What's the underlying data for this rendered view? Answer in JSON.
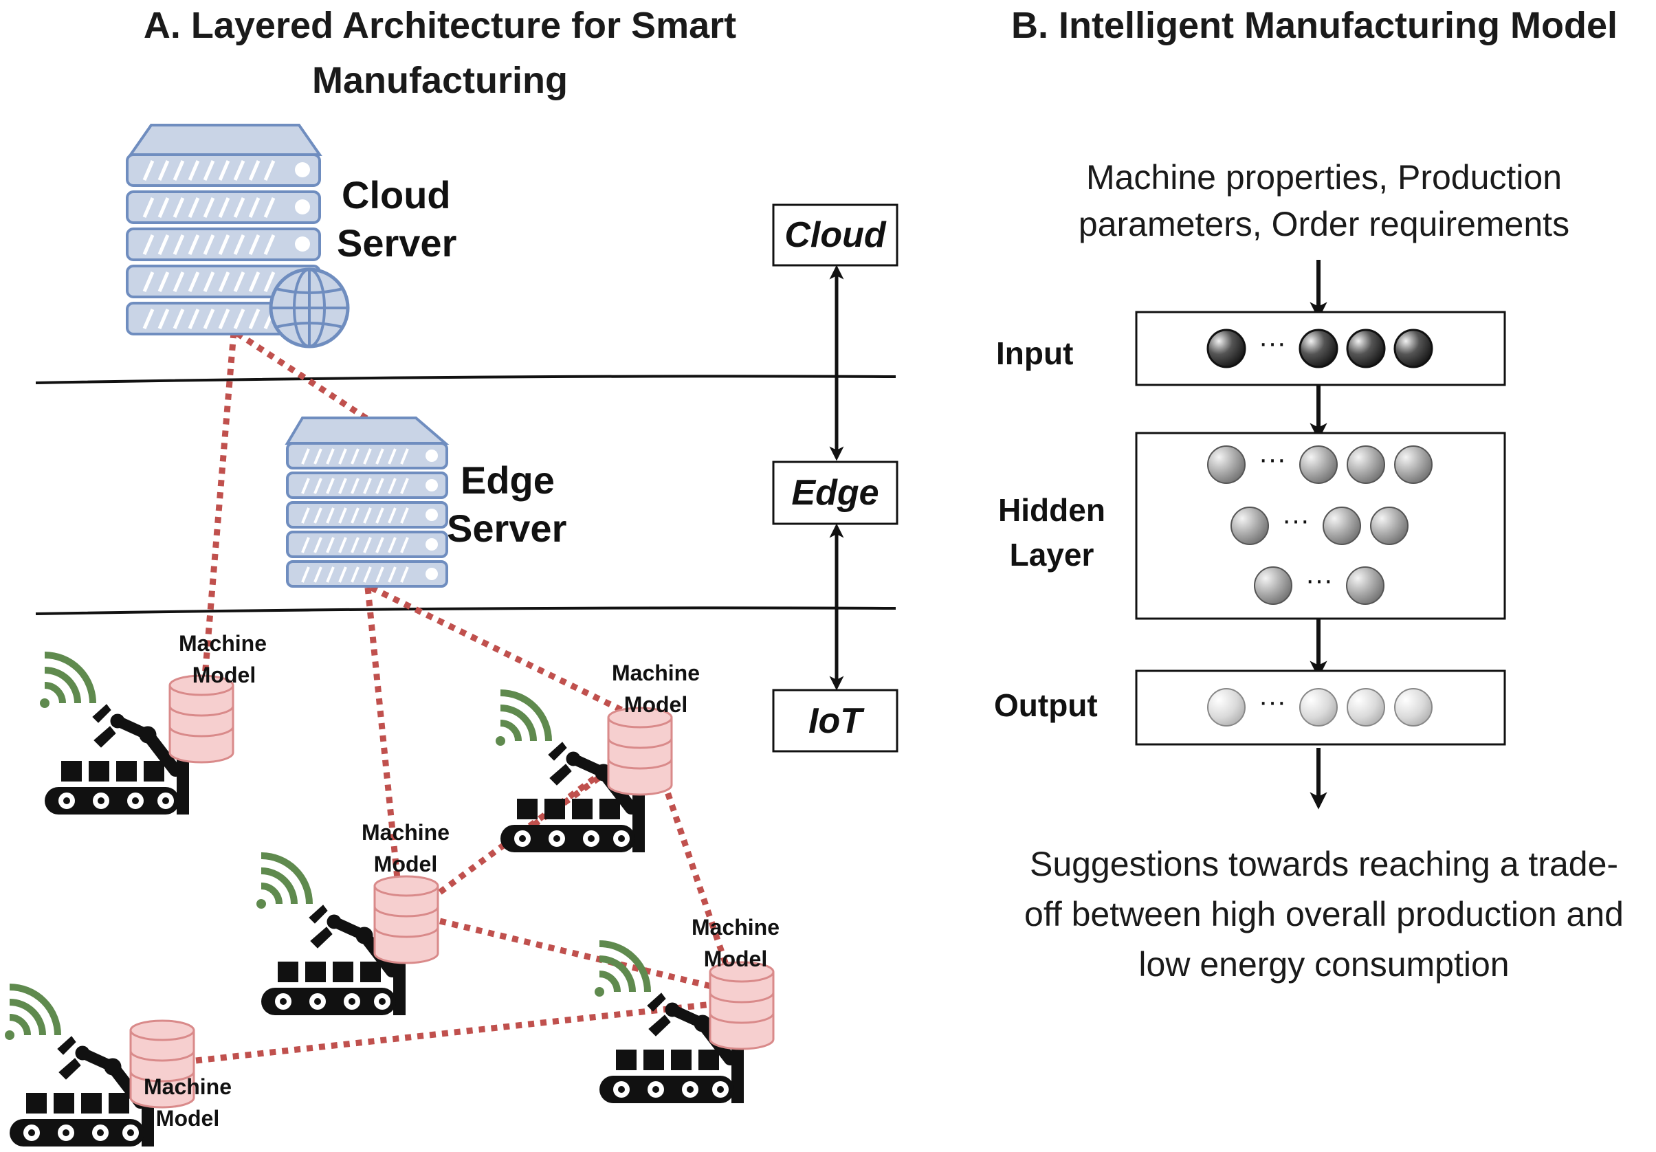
{
  "panel_a": {
    "title_line1": "A. Layered Architecture for Smart",
    "title_line2": "Manufacturing",
    "cloud_server": {
      "line1": "Cloud",
      "line2": "Server"
    },
    "edge_server": {
      "line1": "Edge",
      "line2": "Server"
    },
    "layers": [
      "Cloud",
      "Edge",
      "IoT"
    ],
    "machine_model": {
      "line1": "Machine",
      "line2": "Model"
    },
    "colors": {
      "server_fill": "#c9d4e6",
      "server_stroke": "#6f8dbf",
      "database_fill": "#f6cfcf",
      "database_stroke": "#d98a8a",
      "link": "#c0504d",
      "wifi": "#5f8a4e"
    }
  },
  "panel_b": {
    "title": "B. Intelligent Manufacturing Model",
    "input_text_line1": "Machine properties, Production",
    "input_text_line2": "parameters, Order requirements",
    "input_label": "Input",
    "hidden_label_line1": "Hidden",
    "hidden_label_line2": "Layer",
    "output_label": "Output",
    "output_text_line1": "Suggestions towards reaching a trade-",
    "output_text_line2": "off between high overall production and",
    "output_text_line3": "low energy consumption",
    "dots": "···"
  }
}
